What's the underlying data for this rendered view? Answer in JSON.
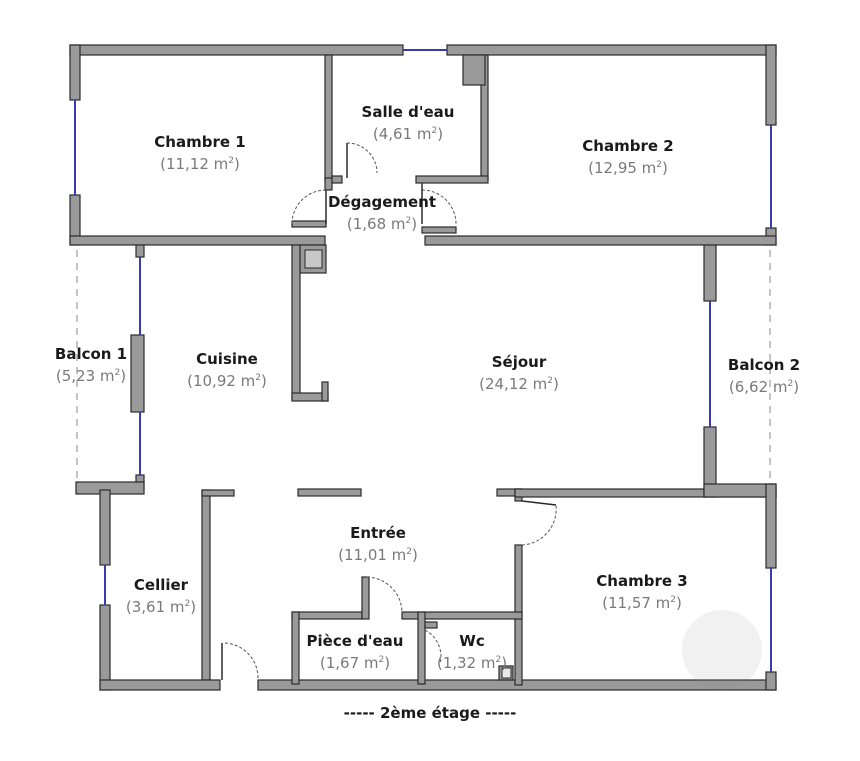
{
  "rooms": {
    "chambre1": {
      "name": "Chambre 1",
      "area": "(11,12 m"
    },
    "salle_eau": {
      "name": "Salle d'eau",
      "area": "(4,61 m"
    },
    "chambre2": {
      "name": "Chambre 2",
      "area": "(12,95 m"
    },
    "degagement": {
      "name": "Dégagement",
      "area": "(1,68 m"
    },
    "balcon1": {
      "name": "Balcon 1",
      "area": "(5,23 m"
    },
    "cuisine": {
      "name": "Cuisine",
      "area": "(10,92 m"
    },
    "sejour": {
      "name": "Séjour",
      "area": "(24,12 m"
    },
    "balcon2": {
      "name": "Balcon 2",
      "area": "(6,62 m"
    },
    "entree": {
      "name": "Entrée",
      "area": "(11,01 m"
    },
    "cellier": {
      "name": "Cellier",
      "area": "(3,61 m"
    },
    "chambre3": {
      "name": "Chambre 3",
      "area": "(11,57 m"
    },
    "piece_eau": {
      "name": "Pièce d'eau",
      "area": "(1,67 m"
    },
    "wc": {
      "name": "Wc",
      "area": "(1,32 m"
    }
  },
  "unit_sup": "2",
  "unit_close": ")",
  "floor_label": "----- 2ème étage -----",
  "colors": {
    "wall": "#9a9a9a",
    "wall_edge": "#2b2b2b",
    "window": "#3b3bb0",
    "door": "#555555",
    "balcony": "#b0b0b0"
  }
}
